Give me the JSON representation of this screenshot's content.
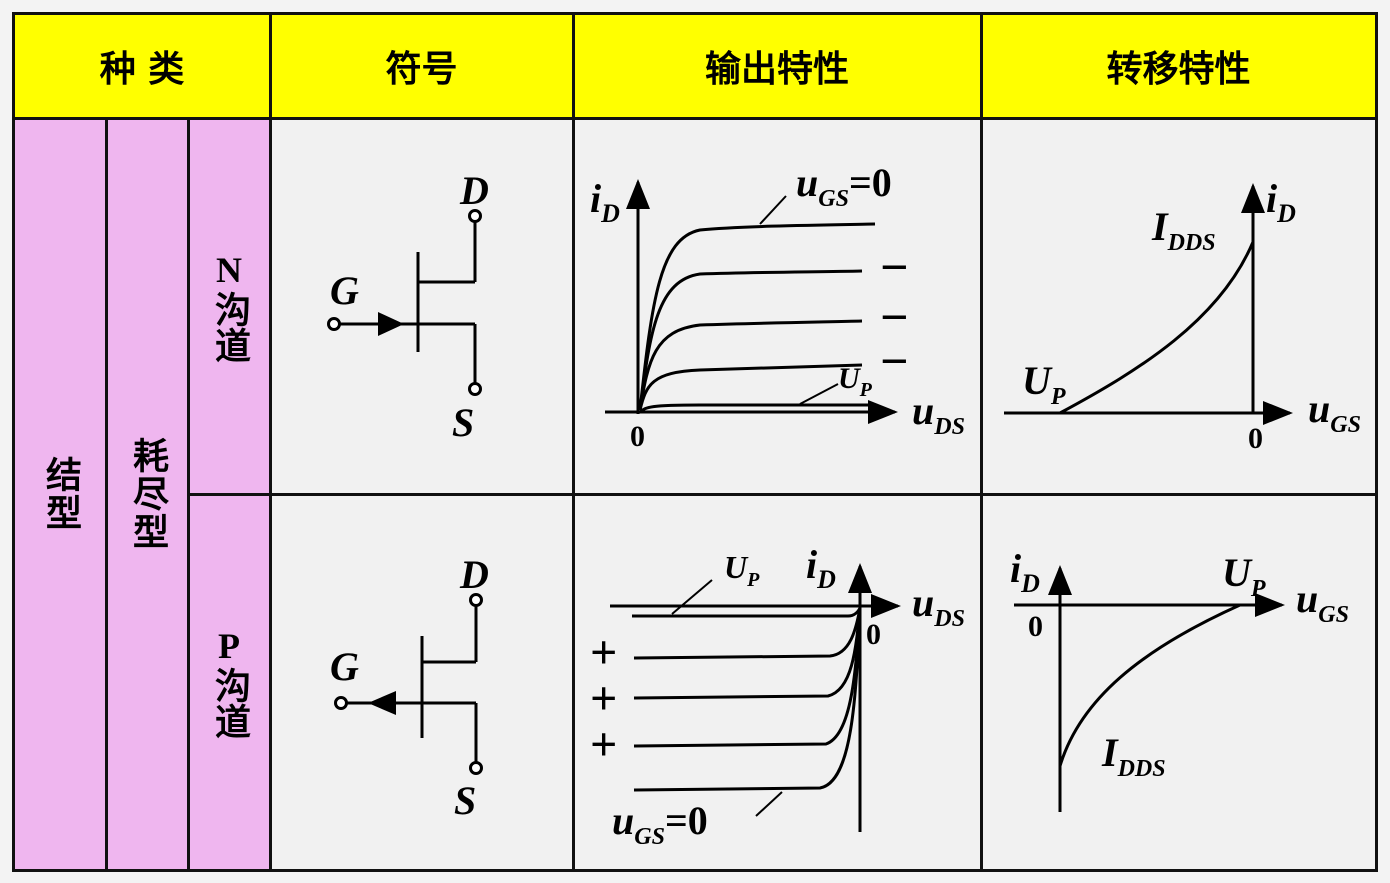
{
  "header": {
    "kind": "种    类",
    "symbol": "符号",
    "output": "输出特性",
    "transfer": "转移特性"
  },
  "rows": {
    "type_a": "结型",
    "type_b": "耗尽型",
    "n_letter": "N",
    "n_word": "沟道",
    "p_letter": "P",
    "p_word": "沟道"
  },
  "symbols": {
    "n": {
      "gate": "G",
      "drain": "D",
      "source": "S"
    },
    "p": {
      "gate": "G",
      "drain": "D",
      "source": "S"
    }
  },
  "output_n": {
    "y_main": "i",
    "y_sub": "D",
    "x_main": "u",
    "x_sub": "DS",
    "origin": "0",
    "top_main": "u",
    "top_sub": "GS",
    "top_eq": "=0",
    "pinch_main": "U",
    "pinch_sub": "P",
    "curve_signs": [
      "−",
      "−",
      "−"
    ]
  },
  "output_p": {
    "y_main": "i",
    "y_sub": "D",
    "x_main": "u",
    "x_sub": "DS",
    "origin": "0",
    "bottom_main": "u",
    "bottom_sub": "GS",
    "bottom_eq": "=0",
    "pinch_main": "U",
    "pinch_sub": "P",
    "curve_signs": [
      "+",
      "+",
      "+"
    ]
  },
  "transfer_n": {
    "y_main": "i",
    "y_sub": "D",
    "x_main": "u",
    "x_sub": "GS",
    "origin": "0",
    "idss_main": "I",
    "idss_sub": "DDS",
    "up_main": "U",
    "up_sub": "P"
  },
  "transfer_p": {
    "y_main": "i",
    "y_sub": "D",
    "x_main": "u",
    "x_sub": "GS",
    "origin": "0",
    "idss_main": "I",
    "idss_sub": "DDS",
    "up_main": "U",
    "up_sub": "P"
  }
}
